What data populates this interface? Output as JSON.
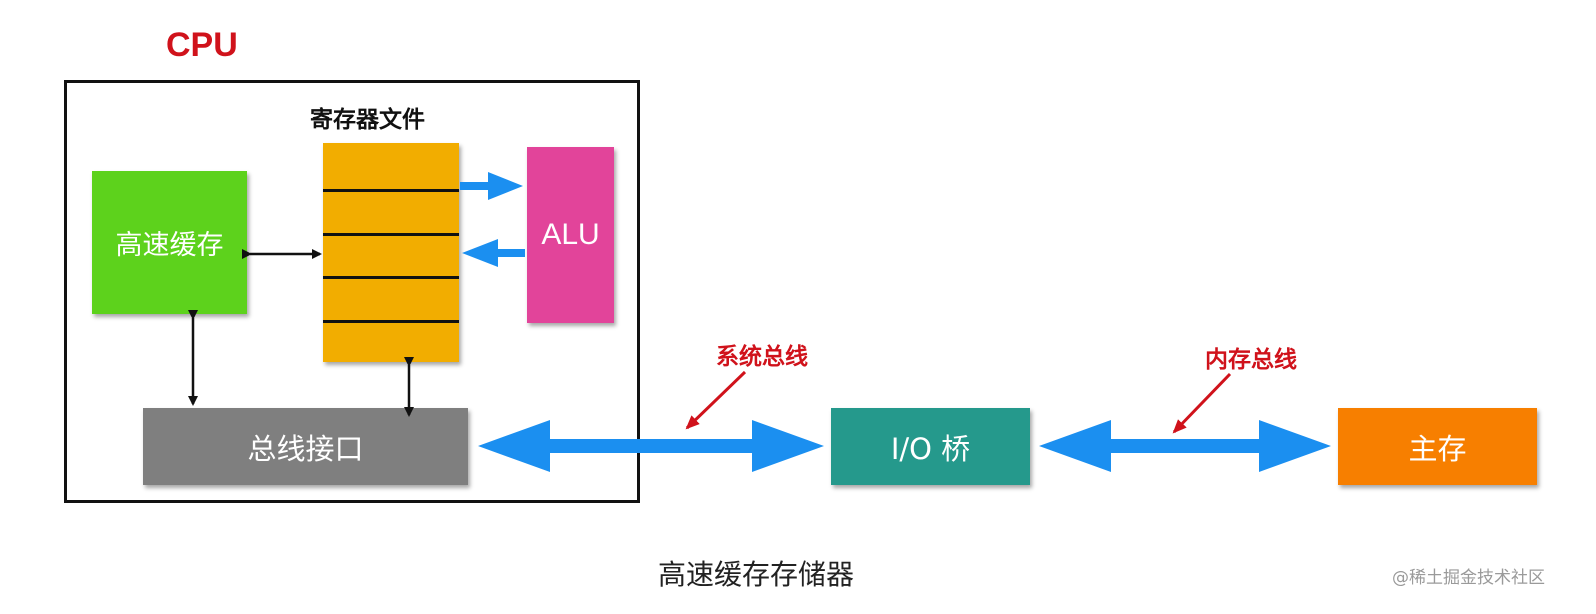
{
  "cpu": {
    "label": "CPU"
  },
  "register_file": {
    "label": "寄存器文件"
  },
  "cache": {
    "label": "高速缓存"
  },
  "alu": {
    "label": "ALU"
  },
  "bus_interface": {
    "label": "总线接口"
  },
  "io_bridge": {
    "label": "I/O 桥"
  },
  "main_memory": {
    "label": "主存"
  },
  "system_bus": {
    "label": "系统总线"
  },
  "memory_bus": {
    "label": "内存总线"
  },
  "caption": "高速缓存存储器",
  "watermark": "@稀土掘金技术社区",
  "colors": {
    "cpu_label": "#d0121b",
    "cache": "#5dd21c",
    "register_file": "#f2ad00",
    "alu": "#e2449a",
    "bus_interface": "#7f7f7f",
    "io_bridge": "#25998c",
    "main_memory": "#f77f00",
    "bus_arrow": "#1b8ff0",
    "bus_label": "#d0121b"
  }
}
